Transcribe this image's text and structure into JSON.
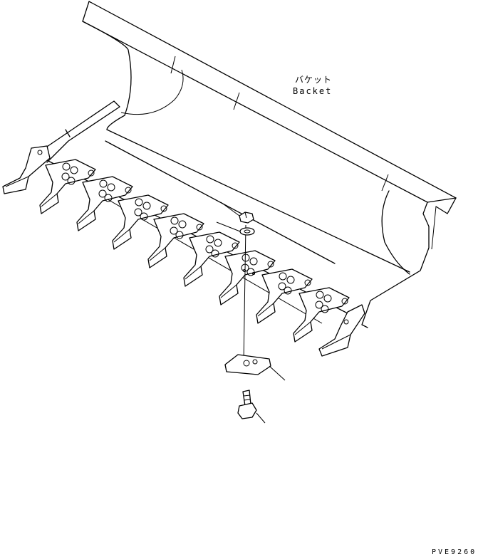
{
  "labels": {
    "part_name_jp": "バケット",
    "part_name_en": "Backet"
  },
  "reference_code": "PVE9260",
  "colors": {
    "line": "#000000",
    "background": "#ffffff"
  }
}
